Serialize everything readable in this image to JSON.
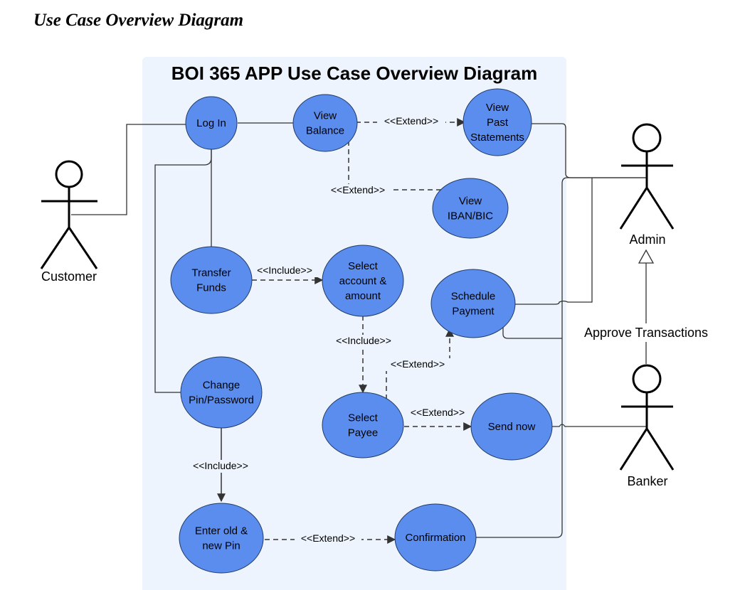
{
  "heading": "Use Case Overview Diagram",
  "system": {
    "title": "BOI 365 APP Use Case Overview Diagram",
    "fill": "#eef4fd"
  },
  "colors": {
    "usecase_fill": "#5b8def",
    "usecase_stroke": "#1f3a66",
    "line": "#333333"
  },
  "actors": {
    "customer": "Customer",
    "admin": "Admin",
    "banker": "Banker"
  },
  "use_cases": {
    "log_in": [
      "Log In"
    ],
    "view_balance": [
      "View",
      "Balance"
    ],
    "view_past_statements": [
      "View",
      "Past",
      "Statements"
    ],
    "view_iban_bic": [
      "View",
      "IBAN/BIC"
    ],
    "transfer_funds": [
      "Transfer",
      "Funds"
    ],
    "select_account_amount": [
      "Select",
      "account &",
      "amount"
    ],
    "schedule_payment": [
      "Schedule",
      "Payment"
    ],
    "change_pin_password": [
      "Change",
      "Pin/Password"
    ],
    "select_payee": [
      "Select",
      "Payee"
    ],
    "send_now": [
      "Send now"
    ],
    "enter_old_new_pin": [
      "Enter old &",
      "new Pin"
    ],
    "confirmation": [
      "Confirmation"
    ]
  },
  "relations": {
    "extend_past_statements": "<<Extend>>",
    "extend_iban": "<<Extend>>",
    "include_select_account": "<<Include>>",
    "include_select_payee": "<<Include>>",
    "extend_schedule_payment": "<<Extend>>",
    "extend_send_now": "<<Extend>>",
    "include_enter_pin": "<<Include>>",
    "extend_confirmation": "<<Extend>>",
    "approve_transactions": "Approve Transactions"
  }
}
